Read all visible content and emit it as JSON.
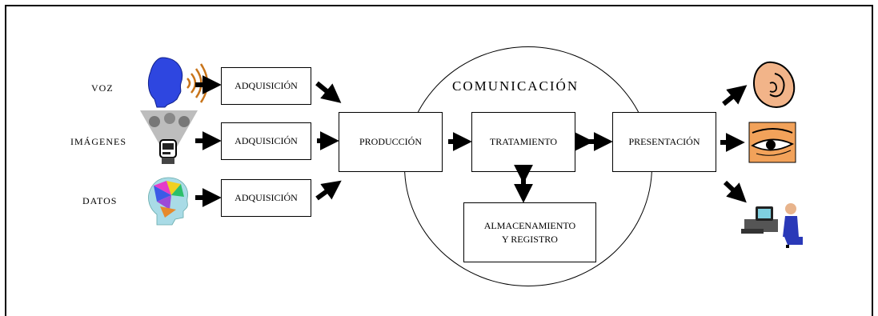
{
  "inputs": {
    "voz": "VOZ",
    "imagenes": "IMÁGENES",
    "datos": "DATOS"
  },
  "stages": {
    "adquisicion_1": "ADQUISICIÓN",
    "adquisicion_2": "ADQUISICIÓN",
    "adquisicion_3": "ADQUISICIÓN",
    "produccion": "PRODUCCIÓN",
    "tratamiento": "TRATAMIENTO",
    "presentacion": "PRESENTACIÓN",
    "almacenamiento": "ALMACENAMIENTO\nY REGISTRO"
  },
  "circle_label": "COMUNICACIÓN",
  "icons": [
    "head-voice-icon",
    "projector-audience-icon",
    "head-data-icon",
    "ear-icon",
    "eye-icon",
    "computer-user-icon"
  ]
}
